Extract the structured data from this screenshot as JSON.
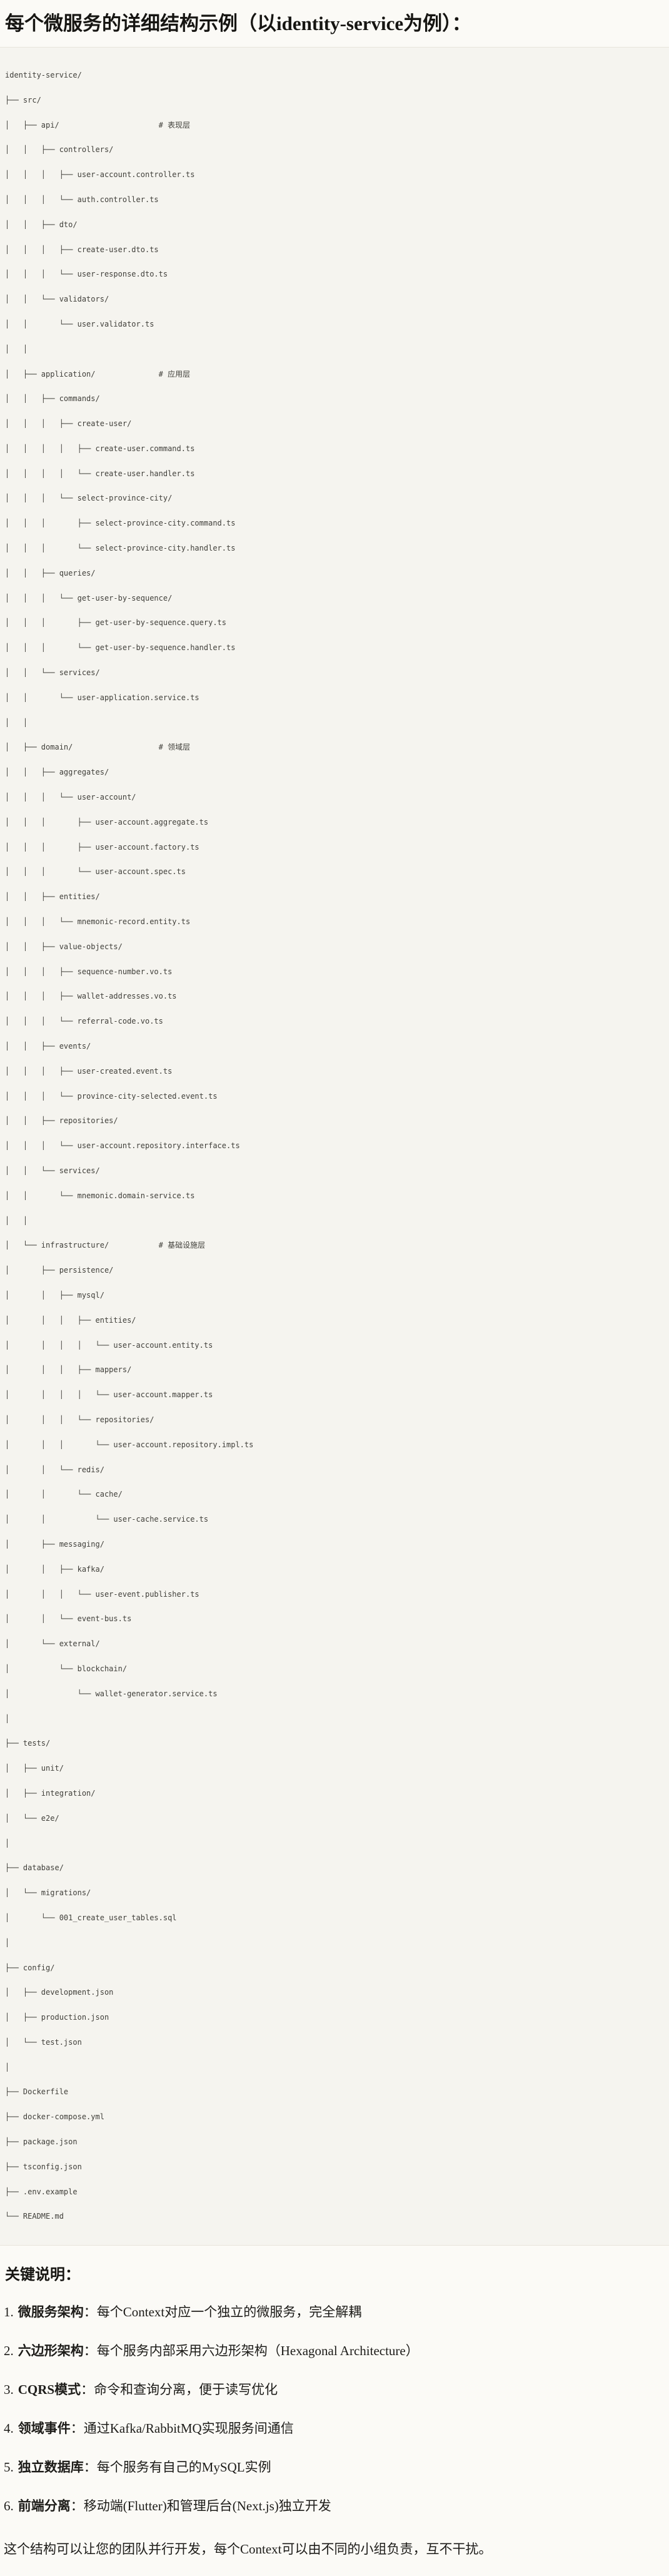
{
  "page": {
    "title": "每个微服务的详细结构示例（以identity-service为例）：",
    "colors": {
      "page_bg": "#fbfaf6",
      "code_bg": "#f5f4ef",
      "code_border": "#e8e5dc",
      "code_text": "#403f3a",
      "body_text": "#1d1c19"
    }
  },
  "tree": {
    "lines": [
      "identity-service/",
      "├── src/",
      "│   ├── api/                      # 表现层",
      "│   │   ├── controllers/",
      "│   │   │   ├── user-account.controller.ts",
      "│   │   │   └── auth.controller.ts",
      "│   │   ├── dto/",
      "│   │   │   ├── create-user.dto.ts",
      "│   │   │   └── user-response.dto.ts",
      "│   │   └── validators/",
      "│   │       └── user.validator.ts",
      "│   │",
      "│   ├── application/              # 应用层",
      "│   │   ├── commands/",
      "│   │   │   ├── create-user/",
      "│   │   │   │   ├── create-user.command.ts",
      "│   │   │   │   └── create-user.handler.ts",
      "│   │   │   └── select-province-city/",
      "│   │   │       ├── select-province-city.command.ts",
      "│   │   │       └── select-province-city.handler.ts",
      "│   │   ├── queries/",
      "│   │   │   └── get-user-by-sequence/",
      "│   │   │       ├── get-user-by-sequence.query.ts",
      "│   │   │       └── get-user-by-sequence.handler.ts",
      "│   │   └── services/",
      "│   │       └── user-application.service.ts",
      "│   │",
      "│   ├── domain/                   # 领域层",
      "│   │   ├── aggregates/",
      "│   │   │   └── user-account/",
      "│   │   │       ├── user-account.aggregate.ts",
      "│   │   │       ├── user-account.factory.ts",
      "│   │   │       └── user-account.spec.ts",
      "│   │   ├── entities/",
      "│   │   │   └── mnemonic-record.entity.ts",
      "│   │   ├── value-objects/",
      "│   │   │   ├── sequence-number.vo.ts",
      "│   │   │   ├── wallet-addresses.vo.ts",
      "│   │   │   └── referral-code.vo.ts",
      "│   │   ├── events/",
      "│   │   │   ├── user-created.event.ts",
      "│   │   │   └── province-city-selected.event.ts",
      "│   │   ├── repositories/",
      "│   │   │   └── user-account.repository.interface.ts",
      "│   │   └── services/",
      "│   │       └── mnemonic.domain-service.ts",
      "│   │",
      "│   └── infrastructure/           # 基础设施层",
      "│       ├── persistence/",
      "│       │   ├── mysql/",
      "│       │   │   ├── entities/",
      "│       │   │   │   └── user-account.entity.ts",
      "│       │   │   ├── mappers/",
      "│       │   │   │   └── user-account.mapper.ts",
      "│       │   │   └── repositories/",
      "│       │   │       └── user-account.repository.impl.ts",
      "│       │   └── redis/",
      "│       │       └── cache/",
      "│       │           └── user-cache.service.ts",
      "│       ├── messaging/",
      "│       │   ├── kafka/",
      "│       │   │   └── user-event.publisher.ts",
      "│       │   └── event-bus.ts",
      "│       └── external/",
      "│           └── blockchain/",
      "│               └── wallet-generator.service.ts",
      "│",
      "├── tests/",
      "│   ├── unit/",
      "│   ├── integration/",
      "│   └── e2e/",
      "│",
      "├── database/",
      "│   └── migrations/",
      "│       └── 001_create_user_tables.sql",
      "│",
      "├── config/",
      "│   ├── development.json",
      "│   ├── production.json",
      "│   └── test.json",
      "│",
      "├── Dockerfile",
      "├── docker-compose.yml",
      "├── package.json",
      "├── tsconfig.json",
      "├── .env.example",
      "└── README.md"
    ]
  },
  "key_points": {
    "heading": "关键说明：",
    "items": [
      {
        "num": "1.",
        "label": "微服务架构",
        "text": "：每个Context对应一个独立的微服务，完全解耦"
      },
      {
        "num": "2.",
        "label": "六边形架构",
        "text": "：每个服务内部采用六边形架构（Hexagonal Architecture）"
      },
      {
        "num": "3.",
        "label": "CQRS模式",
        "text": "：命令和查询分离，便于读写优化"
      },
      {
        "num": "4.",
        "label": "领域事件",
        "text": "：通过Kafka/RabbitMQ实现服务间通信"
      },
      {
        "num": "5.",
        "label": "独立数据库",
        "text": "：每个服务有自己的MySQL实例"
      },
      {
        "num": "6.",
        "label": "前端分离",
        "text": "：移动端(Flutter)和管理后台(Next.js)独立开发"
      }
    ]
  },
  "closing": "这个结构可以让您的团队并行开发，每个Context可以由不同的小组负责，互不干扰。"
}
